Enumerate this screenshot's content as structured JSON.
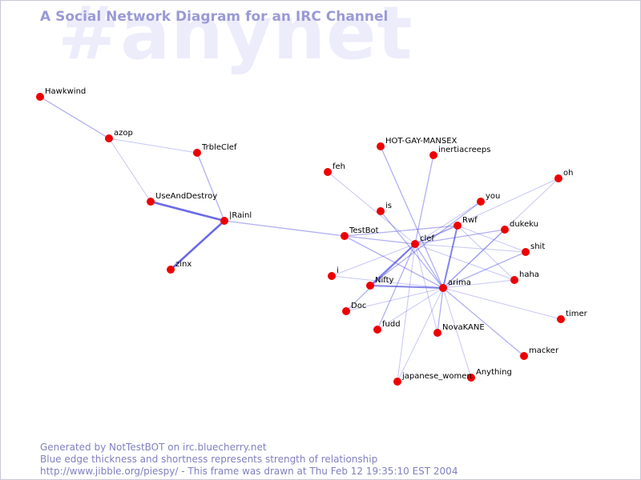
{
  "watermark": "#anynet",
  "title": "A Social Network Diagram for an IRC Channel",
  "footer": {
    "line1": "Generated by NotTestBOT on irc.bluecherry.net",
    "line2": "Blue edge thickness and shortness represents strength of relationship",
    "line3": "http://www.jibble.org/piespy/ - This frame was drawn at Thu Feb 12 19:35:10 EST 2004"
  },
  "colors": {
    "node": "#ee0000",
    "edge": "#5050e0",
    "title": "#9a9ad6",
    "watermark": "#ececfb"
  },
  "nodes": [
    {
      "id": "Hawkwind"
    },
    {
      "id": "azop"
    },
    {
      "id": "TrbleClef"
    },
    {
      "id": "UseAndDestroy"
    },
    {
      "id": "|Rainl"
    },
    {
      "id": "zinx"
    },
    {
      "id": "HOT-GAY-MANSEX"
    },
    {
      "id": "inertiacreeps"
    },
    {
      "id": "feh"
    },
    {
      "id": "oh"
    },
    {
      "id": "you"
    },
    {
      "id": "is"
    },
    {
      "id": "Rwf"
    },
    {
      "id": "dukeku"
    },
    {
      "id": "TestBot"
    },
    {
      "id": "clef"
    },
    {
      "id": "shit"
    },
    {
      "id": "i"
    },
    {
      "id": "haha"
    },
    {
      "id": "Nifty"
    },
    {
      "id": "arima"
    },
    {
      "id": "Doc"
    },
    {
      "id": "timer"
    },
    {
      "id": "fudd"
    },
    {
      "id": "NovaKANE"
    },
    {
      "id": "macker"
    },
    {
      "id": "Anything"
    },
    {
      "id": "japanese_women"
    }
  ],
  "edges": [
    {
      "source": "Hawkwind",
      "target": "azop",
      "weight": 2
    },
    {
      "source": "azop",
      "target": "TrbleClef",
      "weight": 1
    },
    {
      "source": "azop",
      "target": "UseAndDestroy",
      "weight": 1
    },
    {
      "source": "TrbleClef",
      "target": "|Rainl",
      "weight": 2
    },
    {
      "source": "UseAndDestroy",
      "target": "|Rainl",
      "weight": 4
    },
    {
      "source": "zinx",
      "target": "|Rainl",
      "weight": 4
    },
    {
      "source": "|Rainl",
      "target": "TestBot",
      "weight": 2
    },
    {
      "source": "HOT-GAY-MANSEX",
      "target": "arima",
      "weight": 2
    },
    {
      "source": "inertiacreeps",
      "target": "clef",
      "weight": 2
    },
    {
      "source": "feh",
      "target": "clef",
      "weight": 1
    },
    {
      "source": "oh",
      "target": "clef",
      "weight": 1
    },
    {
      "source": "oh",
      "target": "arima",
      "weight": 1
    },
    {
      "source": "you",
      "target": "clef",
      "weight": 1
    },
    {
      "source": "you",
      "target": "Nifty",
      "weight": 2
    },
    {
      "source": "is",
      "target": "arima",
      "weight": 2
    },
    {
      "source": "Rwf",
      "target": "clef",
      "weight": 2
    },
    {
      "source": "Rwf",
      "target": "arima",
      "weight": 3
    },
    {
      "source": "Rwf",
      "target": "TestBot",
      "weight": 2
    },
    {
      "source": "Rwf",
      "target": "shit",
      "weight": 1
    },
    {
      "source": "Rwf",
      "target": "haha",
      "weight": 1
    },
    {
      "source": "dukeku",
      "target": "clef",
      "weight": 2
    },
    {
      "source": "dukeku",
      "target": "arima",
      "weight": 2
    },
    {
      "source": "TestBot",
      "target": "clef",
      "weight": 2
    },
    {
      "source": "TestBot",
      "target": "arima",
      "weight": 2
    },
    {
      "source": "clef",
      "target": "arima",
      "weight": 2
    },
    {
      "source": "clef",
      "target": "Nifty",
      "weight": 3
    },
    {
      "source": "clef",
      "target": "shit",
      "weight": 1
    },
    {
      "source": "clef",
      "target": "haha",
      "weight": 1
    },
    {
      "source": "clef",
      "target": "Doc",
      "weight": 2
    },
    {
      "source": "clef",
      "target": "fudd",
      "weight": 2
    },
    {
      "source": "clef",
      "target": "NovaKANE",
      "weight": 1
    },
    {
      "source": "clef",
      "target": "japanese_women",
      "weight": 1
    },
    {
      "source": "clef",
      "target": "i",
      "weight": 1
    },
    {
      "source": "shit",
      "target": "arima",
      "weight": 2
    },
    {
      "source": "haha",
      "target": "arima",
      "weight": 1
    },
    {
      "source": "i",
      "target": "arima",
      "weight": 1
    },
    {
      "source": "Nifty",
      "target": "arima",
      "weight": 3
    },
    {
      "source": "Doc",
      "target": "arima",
      "weight": 1
    },
    {
      "source": "timer",
      "target": "arima",
      "weight": 1
    },
    {
      "source": "fudd",
      "target": "arima",
      "weight": 1
    },
    {
      "source": "NovaKANE",
      "target": "arima",
      "weight": 2
    },
    {
      "source": "macker",
      "target": "arima",
      "weight": 2
    },
    {
      "source": "Anything",
      "target": "arima",
      "weight": 1
    },
    {
      "source": "japanese_women",
      "target": "arima",
      "weight": 1
    }
  ]
}
